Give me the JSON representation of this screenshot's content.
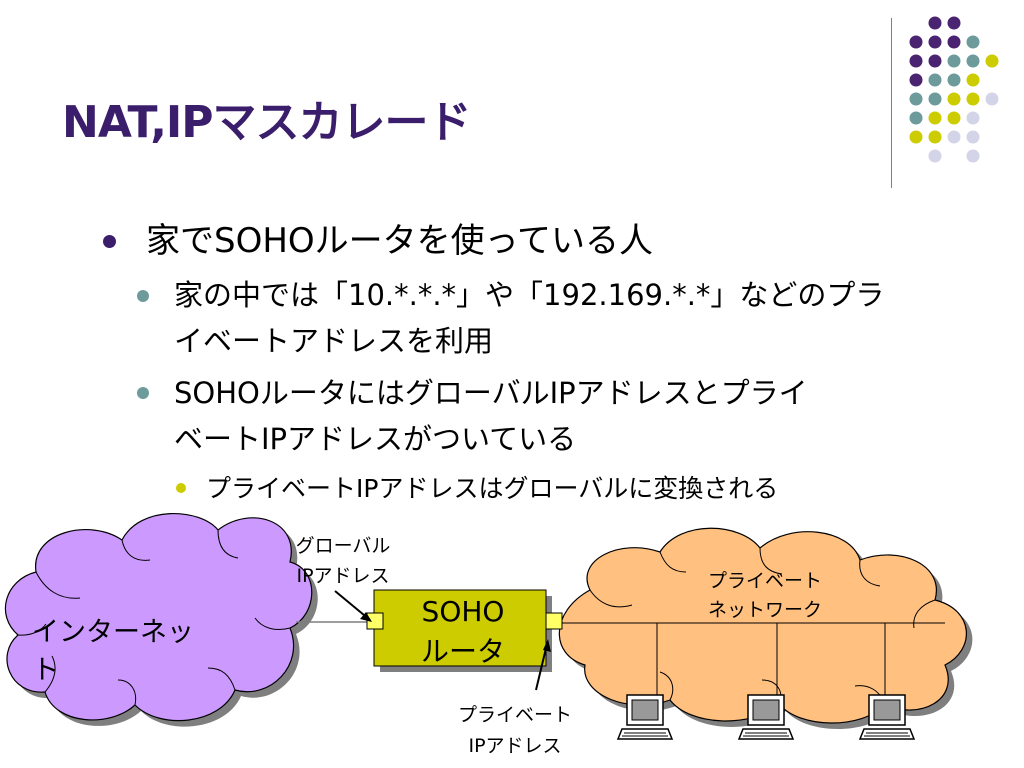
{
  "slide": {
    "title": "NAT,IPマスカレード",
    "bullets": {
      "level1": "家でSOHOルータを使っている人",
      "level2a_line1": "家の中では「10.*.*.*」や「192.169.*.*」などのプラ",
      "level2a_line2": "イベートアドレスを利用",
      "level2b_line1": "SOHOルータにはグローバルIPアドレスとプライ",
      "level2b_line2": "ベートIPアドレスがついている",
      "level3": "プライベートIPアドレスはグローバルに変換される"
    }
  },
  "diagram": {
    "internet_line1": "インターネッ",
    "internet_line2": "ト",
    "router_line1": "SOHO",
    "router_line2": "ルータ",
    "global_label_line1": "グローバル",
    "global_label_line2": "IPアドレス",
    "private_label_line1": "プライベート",
    "private_label_line2": "IPアドレス",
    "private_net_line1": "プライベート",
    "private_net_line2": "ネットワーク"
  },
  "colors": {
    "title": "#3b1e6b",
    "purple": "#4b2471",
    "teal": "#6d9b9b",
    "yellow": "#cccc00",
    "lavender": "#d4d4e8",
    "internet_cloud": "#cc99ff",
    "private_cloud": "#ffc080",
    "router": "#cccc00",
    "port": "#ffff66"
  }
}
